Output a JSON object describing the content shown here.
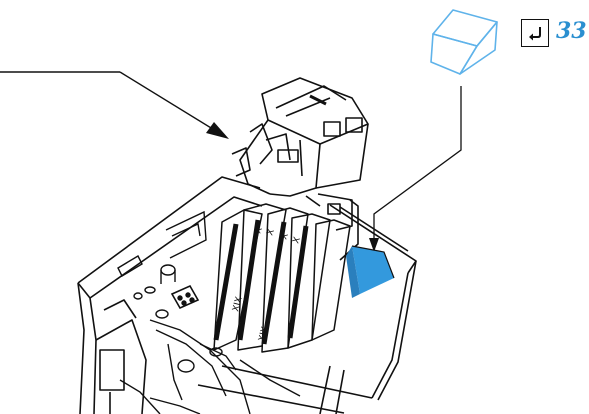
{
  "figure": {
    "page_number": "33",
    "rack_labels": [
      "X",
      "X",
      "X",
      "X"
    ],
    "slot_labels": [
      "XIX",
      "XIX"
    ]
  },
  "colors": {
    "accent": "#3399dd",
    "ink": "#111111",
    "callout_line": "#5fb3ea",
    "page_number": "#2a8fd0"
  },
  "icons": {
    "callout_block": "cartridge-block-icon",
    "return": "return-arrow-icon",
    "pointer": "leader-arrow-icon"
  }
}
